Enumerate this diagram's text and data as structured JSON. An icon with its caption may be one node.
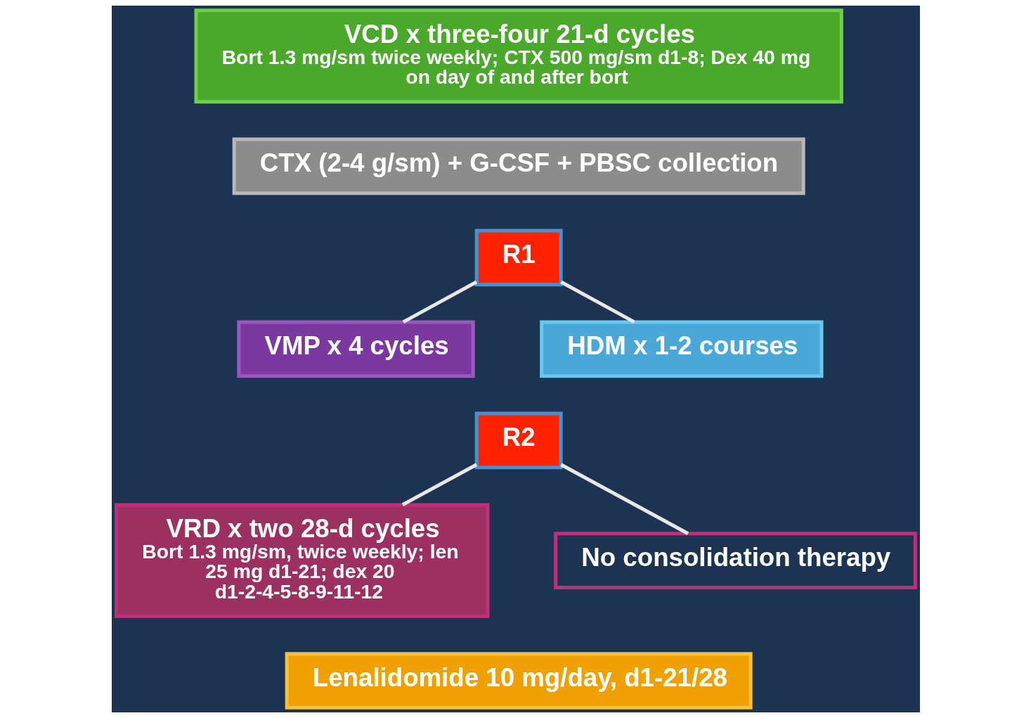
{
  "diagram": {
    "nodes": [
      {
        "text": [
          "VCD x three-four 21-d cycles",
          "Bort 1.3 mg/sm twice weekly; CTX 500 mg/sm d1-8; Dex 40 mg on day of and after bort"
        ]
      },
      {
        "text": [
          "CTX (2-4 g/sm) + G-CSF + PBSC collection"
        ]
      },
      {
        "text": [
          "R1"
        ]
      },
      {
        "text": [
          "VMP x 4 cycles"
        ]
      },
      {
        "text": [
          "HDM x 1-2 courses"
        ]
      },
      {
        "text": [
          "R2"
        ]
      },
      {
        "text": [
          "VRD x two 28-d cycles",
          "Bort 1.3 mg/sm, twice weekly; len 25 mg d1-21; dex 20 d1-2-4-5-8-9-11-12"
        ]
      },
      {
        "text": [
          "No consolidation therapy"
        ]
      },
      {
        "text": [
          "Lenalidomide 10 mg/day, d1-21/28"
        ]
      }
    ],
    "edges": [
      {
        "from": 2,
        "to": 3,
        "arrow": "none"
      },
      {
        "from": 2,
        "to": 4,
        "arrow": "none"
      },
      {
        "from": 5,
        "to": 6,
        "arrow": "none"
      },
      {
        "from": 5,
        "to": 7,
        "arrow": "none"
      }
    ]
  }
}
